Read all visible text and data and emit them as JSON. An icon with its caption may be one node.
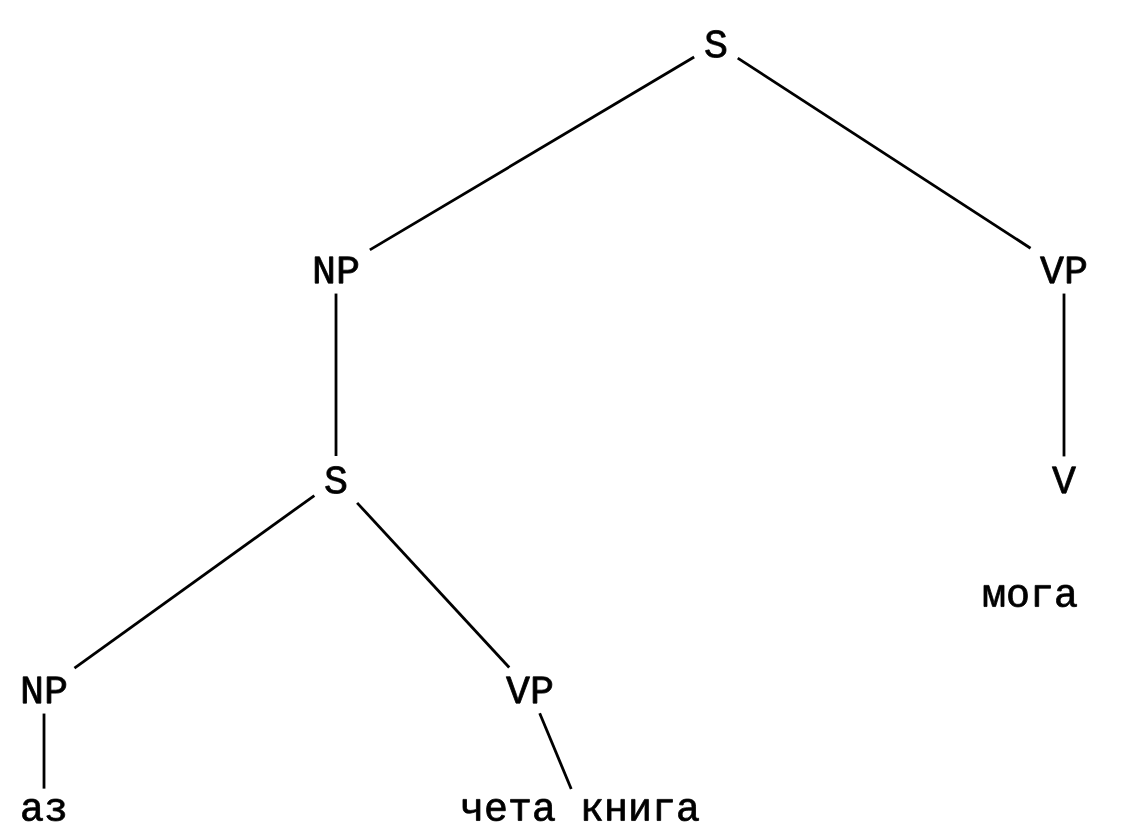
{
  "diagram": {
    "nodes": [
      {
        "text": [
          "S"
        ]
      },
      {
        "text": [
          "NP"
        ]
      },
      {
        "text": [
          "VP"
        ]
      },
      {
        "text": [
          "S"
        ]
      },
      {
        "text": [
          "V"
        ]
      },
      {
        "text": [
          "мога"
        ]
      },
      {
        "text": [
          "NP"
        ]
      },
      {
        "text": [
          "VP"
        ]
      },
      {
        "text": [
          "аз"
        ]
      },
      {
        "text": [
          "чета книга"
        ]
      }
    ],
    "edges": [
      {
        "from": 0,
        "to": 1,
        "arrow": "none"
      },
      {
        "from": 0,
        "to": 2,
        "arrow": "none"
      },
      {
        "from": 1,
        "to": 3,
        "arrow": "none"
      },
      {
        "from": 2,
        "to": 4,
        "arrow": "none"
      },
      {
        "from": 3,
        "to": 6,
        "arrow": "none"
      },
      {
        "from": 3,
        "to": 7,
        "arrow": "none"
      },
      {
        "from": 6,
        "to": 8,
        "arrow": "none"
      },
      {
        "from": 7,
        "to": 9,
        "arrow": "none"
      }
    ]
  }
}
